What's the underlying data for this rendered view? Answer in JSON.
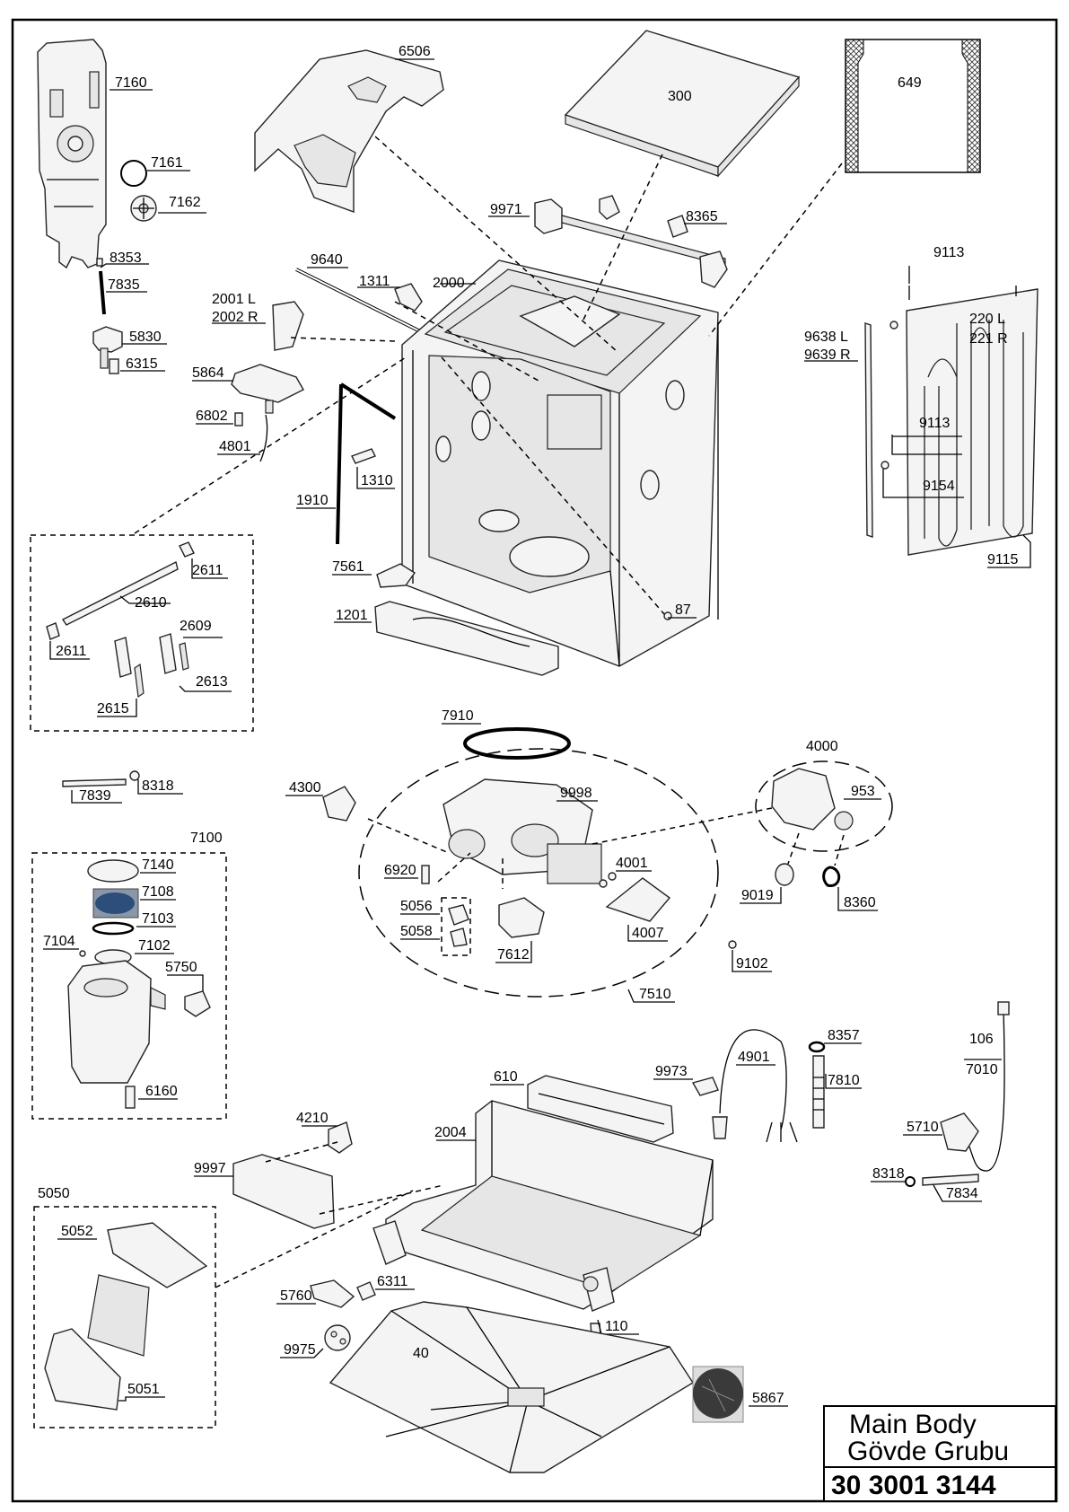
{
  "labels": {
    "l7160": "7160",
    "l7161": "7161",
    "l7162": "7162",
    "l8353": "8353",
    "l7835": "7835",
    "l5830": "5830",
    "l6315": "6315",
    "l6506": "6506",
    "l300": "300",
    "l649": "649",
    "l9971": "9971",
    "l8365": "8365",
    "l9640": "9640",
    "l1311": "1311",
    "l2000": "2000",
    "l2001": "2001 L",
    "l2002": "2002 R",
    "l5864": "5864",
    "l6802": "6802",
    "l4801": "4801",
    "l1310": "1310",
    "l1910": "1910",
    "l9113a": "9113",
    "l220": "220 L",
    "l221": "221 R",
    "l9638": "9638 L",
    "l9639": "9639 R",
    "l9113b": "9113",
    "l9154": "9154",
    "l9115": "9115",
    "l2611a": "2611",
    "l2610": "2610",
    "l2611b": "2611",
    "l2609": "2609",
    "l2613": "2613",
    "l2615": "2615",
    "l7561": "7561",
    "l87": "87",
    "l1201": "1201",
    "l7910": "7910",
    "l4000": "4000",
    "l953": "953",
    "l8318a": "8318",
    "l7839": "7839",
    "l4300": "4300",
    "l9998": "9998",
    "l7100": "7100",
    "l7140": "7140",
    "l7108": "7108",
    "l7103": "7103",
    "l7104": "7104",
    "l7102": "7102",
    "l5750": "5750",
    "l6160": "6160",
    "l6920": "6920",
    "l4001": "4001",
    "l5056": "5056",
    "l5058": "5058",
    "l4007": "4007",
    "l9019": "9019",
    "l8360": "8360",
    "l7612": "7612",
    "l9102": "9102",
    "l7510": "7510",
    "l8357": "8357",
    "l4901": "4901",
    "l9973": "9973",
    "l610": "610",
    "l7810": "7810",
    "l106": "106",
    "l7010": "7010",
    "l5710": "5710",
    "l4210": "4210",
    "l2004": "2004",
    "l9997": "9997",
    "l8318b": "8318",
    "l7834": "7834",
    "l5050": "5050",
    "l5052": "5052",
    "l6311": "6311",
    "l5760": "5760",
    "l110": "110",
    "l9975": "9975",
    "l40": "40",
    "l5867": "5867",
    "l5051": "5051"
  },
  "title_block": {
    "title_en": "Main Body",
    "title_tr": "Gövde Grubu",
    "part_number": "30 3001 3144"
  }
}
